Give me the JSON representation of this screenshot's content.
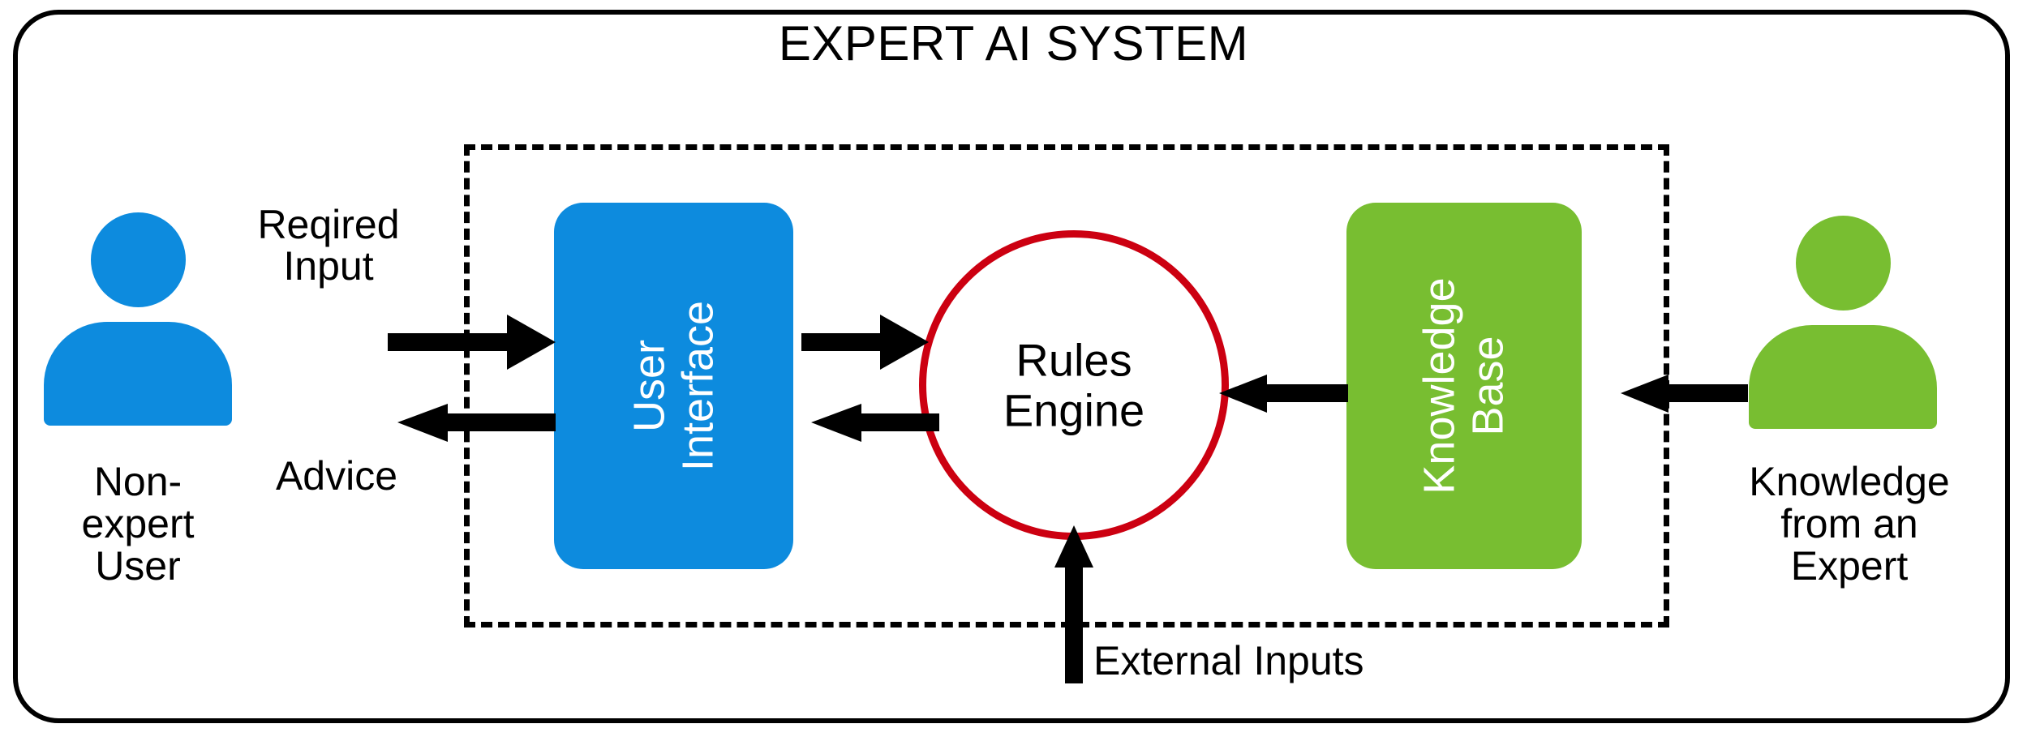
{
  "diagram": {
    "title": "EXPERT AI SYSTEM",
    "boundary_label": "expert-ai-system-boundary",
    "nodes": {
      "user_interface": "User Interface",
      "rules_engine": "Rules Engine",
      "knowledge_base": "Knowledge Base"
    },
    "actors": {
      "left": {
        "icon": "person-icon",
        "caption": "Non-expert User",
        "caption_lines": [
          "Non-",
          "expert",
          "User"
        ],
        "color": "#0d8bde"
      },
      "right": {
        "icon": "person-icon",
        "caption": "Knowledge from an Expert",
        "caption_lines": [
          "Knowledge",
          "from an",
          "Expert"
        ],
        "color": "#78be31"
      }
    },
    "flows": {
      "required_input": "Reqired Input",
      "required_input_lines": [
        "Reqired",
        "Input"
      ],
      "advice": "Advice",
      "external_inputs": "External Inputs"
    },
    "colors": {
      "blue": "#0d8bde",
      "green": "#78be31",
      "red": "#cc0011",
      "black": "#000000",
      "white": "#ffffff"
    }
  }
}
